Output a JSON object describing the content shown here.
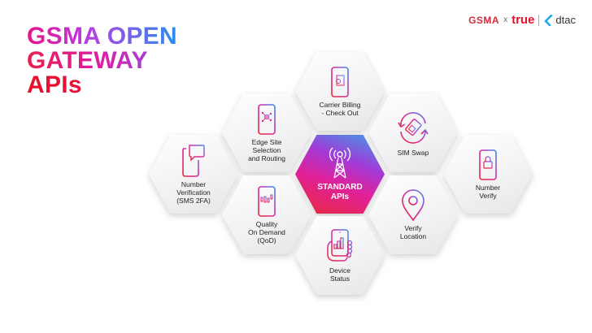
{
  "title": {
    "line1": "GSMA OPEN",
    "line2": "GATEWAY",
    "line3": "APIs"
  },
  "logos": {
    "gsma": "GSMA",
    "separator": "x",
    "true": "true",
    "dtac": "dtac"
  },
  "colors": {
    "pink": "#e8148a",
    "blue": "#2a8ef0",
    "red": "#e8102a",
    "hex_bg": "#f1f1f3"
  },
  "hexagons": [
    {
      "label": "Carrier Billing\n- Check Out",
      "icon": "phone-billing-icon"
    },
    {
      "label": "Edge Site\nSelection\nand Routing",
      "icon": "phone-network-icon"
    },
    {
      "label": "SIM Swap",
      "icon": "sim-swap-icon"
    },
    {
      "label": "Number\nVerification\n(SMS 2FA)",
      "icon": "phone-message-icon"
    },
    {
      "label": "STANDARD\nAPIs",
      "icon": "antenna-tower-icon"
    },
    {
      "label": "Number\nVerify",
      "icon": "phone-lock-icon"
    },
    {
      "label": "Quality\nOn Demand\n(QoD)",
      "icon": "phone-chart-icon"
    },
    {
      "label": "Verify\nLocation",
      "icon": "location-pin-icon"
    },
    {
      "label": "Device\nStatus",
      "icon": "hand-phone-icon"
    }
  ]
}
